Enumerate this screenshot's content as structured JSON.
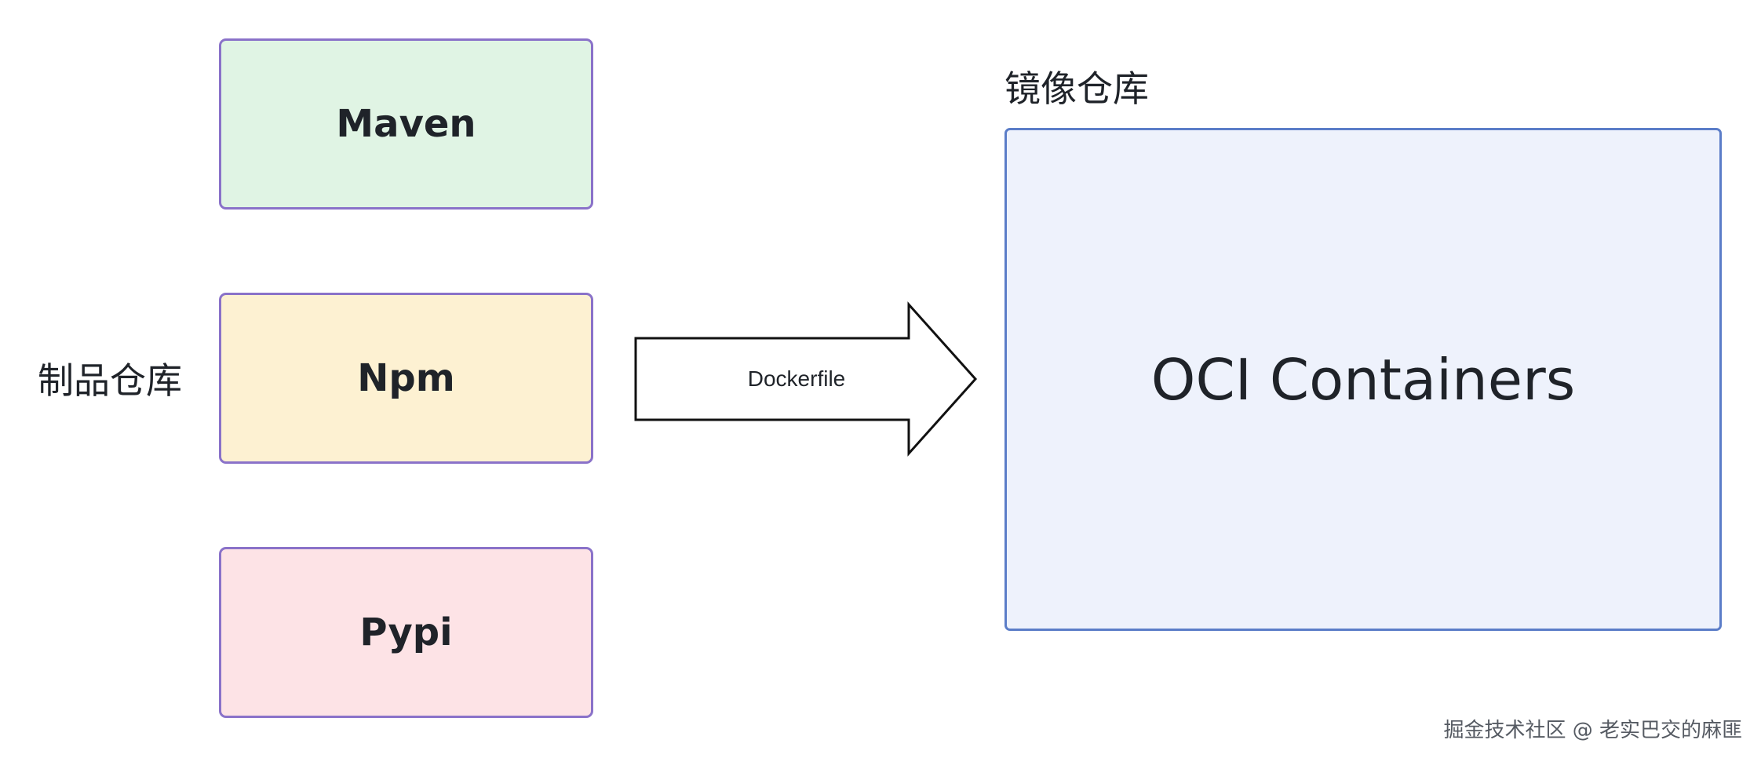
{
  "labels": {
    "artifact_repo": "制品仓库",
    "image_repo": "镜像仓库"
  },
  "repos": [
    {
      "name": "Maven",
      "fill": "#e0f4e4"
    },
    {
      "name": "Npm",
      "fill": "#fdf1d2"
    },
    {
      "name": "Pypi",
      "fill": "#fde3e6"
    }
  ],
  "container": {
    "name": "OCI Containers",
    "fill": "#eef2fc"
  },
  "arrow": {
    "label": "Dockerfile"
  },
  "watermark": "掘金技术社区 @ 老实巴交的麻匪",
  "colors": {
    "repo_border": "#8a72c9",
    "container_border": "#5b7dc8",
    "text": "#1f2329"
  }
}
